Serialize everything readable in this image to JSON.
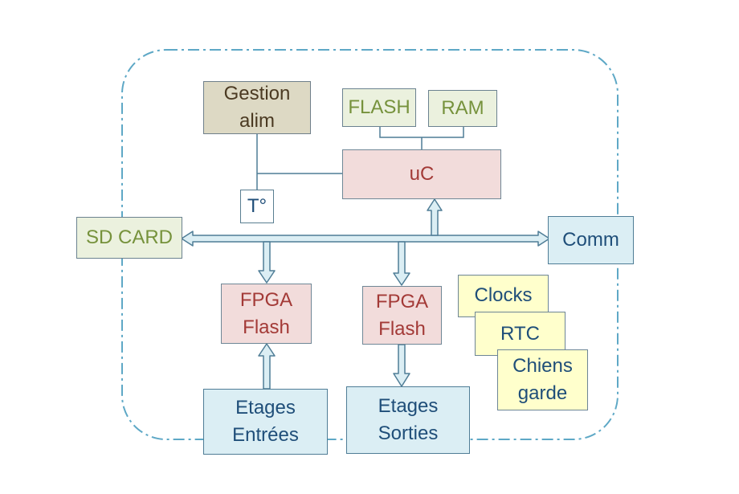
{
  "blocks": {
    "gestion_alim": {
      "line1": "Gestion",
      "line2": "alim"
    },
    "flash": "FLASH",
    "ram": "RAM",
    "uc": "uC",
    "temp": "T°",
    "sd_card": "SD CARD",
    "comm": "Comm",
    "fpga_in": {
      "line1": "FPGA",
      "line2": "Flash"
    },
    "fpga_out": {
      "line1": "FPGA",
      "line2": "Flash"
    },
    "etages_entrees": {
      "line1": "Etages",
      "line2": "Entrées"
    },
    "etages_sorties": {
      "line1": "Etages",
      "line2": "Sorties"
    },
    "clocks": "Clocks",
    "rtc": "RTC",
    "chiens_garde": {
      "line1": "Chiens",
      "line2": "garde"
    }
  },
  "colors": {
    "boundary": "#5ea8c6",
    "bus_fill": "#dbeef4",
    "bus_stroke": "#4f7d96",
    "wire": "#4f7d96"
  }
}
